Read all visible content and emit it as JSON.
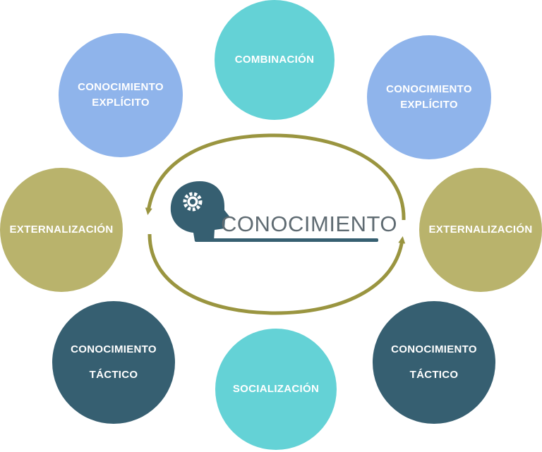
{
  "center": {
    "label": "CONOCIMIENTO"
  },
  "nodes": {
    "combinacion": {
      "label": "COMBINACIÓN"
    },
    "explicito_left": {
      "line1": "CONOCIMIENTO",
      "line2": "EXPLÍCITO"
    },
    "explicito_right": {
      "line1": "CONOCIMIENTO",
      "line2": "EXPLÍCITO"
    },
    "externalizacion_left": {
      "label": "EXTERNALIZACIÓN"
    },
    "externalizacion_right": {
      "label": "EXTERNALIZACIÓN"
    },
    "tactico_left": {
      "line1": "CONOCIMIENTO",
      "line2": "TÁCTICO"
    },
    "tactico_right": {
      "line1": "CONOCIMIENTO",
      "line2": "TÁCTICO"
    },
    "socializacion": {
      "label": "SOCIALIZACIÓN"
    }
  },
  "colors": {
    "explicit": "#8fb4eb",
    "cyan": "#64d2d6",
    "olive": "#b9b36c",
    "dark": "#365f71",
    "arrow": "#9a9540",
    "head": "#365f71",
    "text_gray": "#5f6b72"
  },
  "icons": {
    "center": "head-gear-icon"
  }
}
